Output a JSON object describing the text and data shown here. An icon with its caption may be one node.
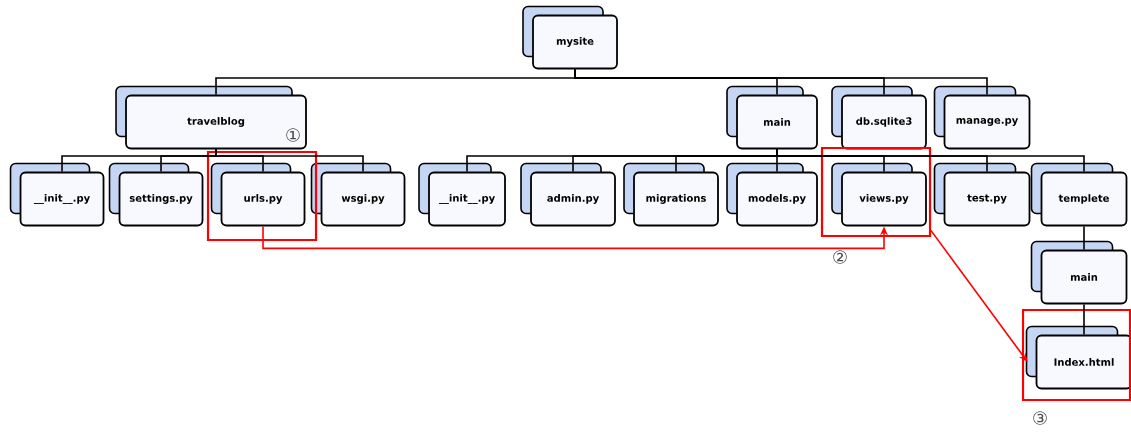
{
  "diagram": {
    "nodes": [
      {
        "text": [
          "mysite"
        ]
      },
      {
        "text": [
          "travelblog"
        ]
      },
      {
        "text": [
          "main"
        ]
      },
      {
        "text": [
          "db.sqlite3"
        ]
      },
      {
        "text": [
          "manage.py"
        ]
      },
      {
        "text": [
          "__init__.py"
        ]
      },
      {
        "text": [
          "settings.py"
        ]
      },
      {
        "text": [
          "urls.py"
        ]
      },
      {
        "text": [
          "wsgi.py"
        ]
      },
      {
        "text": [
          "__init__.py"
        ]
      },
      {
        "text": [
          "admin.py"
        ]
      },
      {
        "text": [
          "migrations"
        ]
      },
      {
        "text": [
          "models.py"
        ]
      },
      {
        "text": [
          "views.py"
        ]
      },
      {
        "text": [
          "test.py"
        ]
      },
      {
        "text": [
          "templete"
        ]
      },
      {
        "text": [
          "main"
        ]
      },
      {
        "text": [
          "Index.html"
        ]
      }
    ],
    "edges": [
      {
        "from": 0,
        "to": 1,
        "arrow": "none"
      },
      {
        "from": 0,
        "to": 2,
        "arrow": "none"
      },
      {
        "from": 0,
        "to": 3,
        "arrow": "none"
      },
      {
        "from": 0,
        "to": 4,
        "arrow": "none"
      },
      {
        "from": 1,
        "to": 5,
        "arrow": "none"
      },
      {
        "from": 1,
        "to": 6,
        "arrow": "none"
      },
      {
        "from": 1,
        "to": 7,
        "arrow": "none"
      },
      {
        "from": 1,
        "to": 8,
        "arrow": "none"
      },
      {
        "from": 2,
        "to": 9,
        "arrow": "none"
      },
      {
        "from": 2,
        "to": 10,
        "arrow": "none"
      },
      {
        "from": 2,
        "to": 11,
        "arrow": "none"
      },
      {
        "from": 2,
        "to": 12,
        "arrow": "none"
      },
      {
        "from": 2,
        "to": 13,
        "arrow": "none"
      },
      {
        "from": 2,
        "to": 14,
        "arrow": "none"
      },
      {
        "from": 2,
        "to": 15,
        "arrow": "none"
      },
      {
        "from": 15,
        "to": 16,
        "arrow": "none"
      },
      {
        "from": 16,
        "to": 17,
        "arrow": "none"
      },
      {
        "from": 7,
        "to": 13,
        "arrow": "to",
        "color": "#ff0000"
      },
      {
        "from": 13,
        "to": 17,
        "arrow": "to",
        "color": "#ff0000"
      }
    ],
    "labels": [
      "①",
      "②",
      "③"
    ]
  }
}
